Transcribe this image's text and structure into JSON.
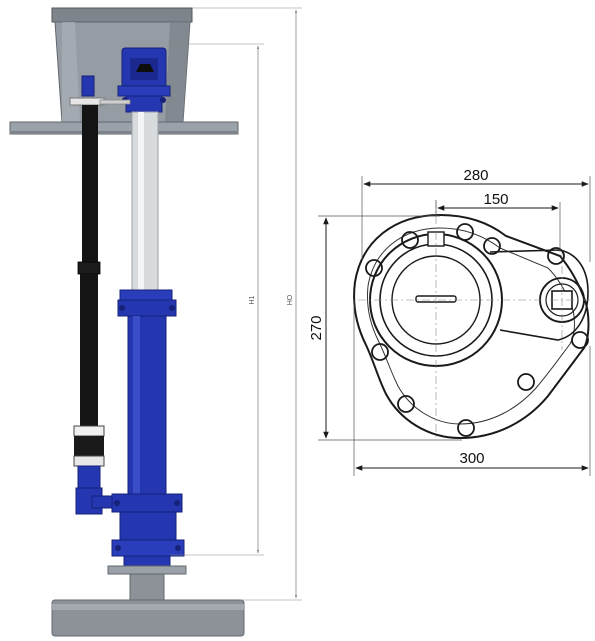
{
  "colors": {
    "head_gray": "#8f959c",
    "head_dark": "#6e757c",
    "plate_gray": "#9aa1a8",
    "blue": "#2436b0",
    "blue_dark": "#16227a",
    "silver": "#d6d9dc",
    "black": "#141414",
    "line": "#1a1a1a",
    "thin_line": "#666666",
    "pipe_gray": "#8c9298"
  },
  "dimensions": {
    "h1": "H1",
    "ho": "HO",
    "width_top": "280",
    "width_inner": "150",
    "height_side": "270",
    "width_bottom": "300"
  }
}
